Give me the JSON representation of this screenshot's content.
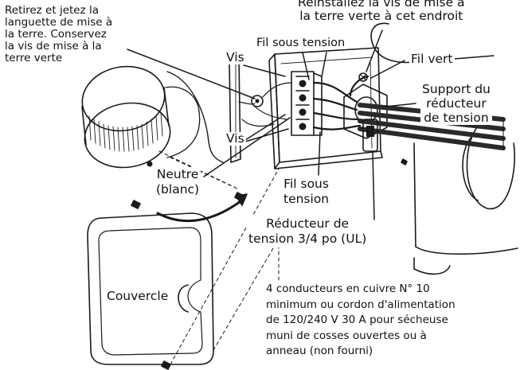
{
  "labels": {
    "remove_tab": "Retirez et jetez la\nlanguette de mise à\nla terre. Conservez\nla vis de mise à la\nterre verte",
    "reinstall_screw": "Réinstallez la vis de mise à\nla terre verte à cet endroit",
    "live_wire_top": "Fil sous tension",
    "green_wire": "Fil vert",
    "screw_top": "Vis",
    "strain_support": "Support du\nréducteur\nde tension",
    "screws_bottom": "Vis",
    "neutral": "Neutre\n(blanc)",
    "live_wire_bottom": "Fil sous\ntension",
    "strain_relief": "Réducteur de\ntension 3/4 po (UL)",
    "cover": "Couvercle",
    "cord_spec": "4 conducteurs en cuivre N° 10\nminimum ou cordon d'alimentation\nde 120/240 V 30 A pour sécheuse\nmuni de cosses ouvertes ou à\nanneau (non fourni)"
  },
  "colors": {
    "line": "#1a1a1a",
    "cable": "#2a2a2a",
    "shade": "#bdbdbd"
  }
}
